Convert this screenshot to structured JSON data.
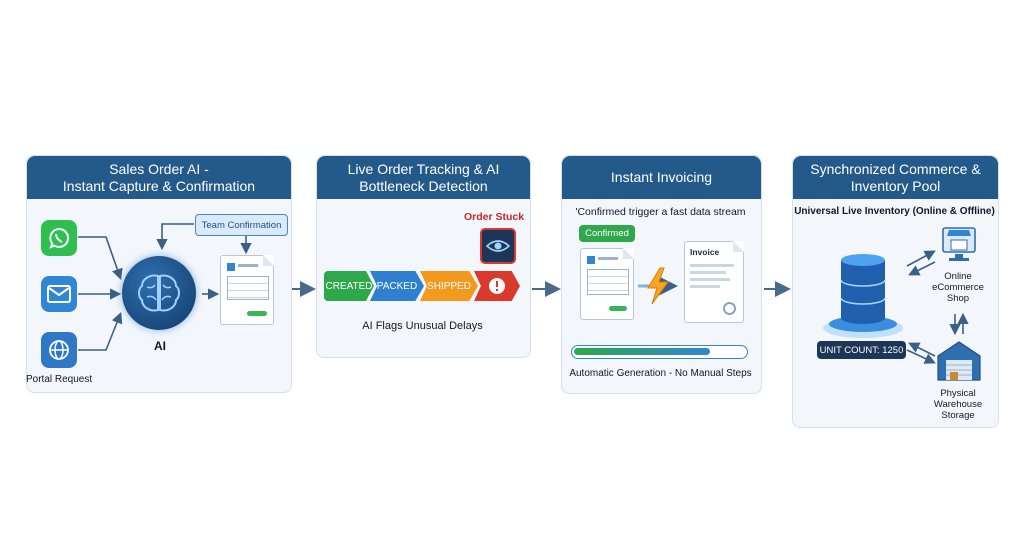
{
  "panels": [
    {
      "title_line1": "Sales Order AI -",
      "title_line2": "Instant Capture & Confirmation"
    },
    {
      "title_line1": "Live Order Tracking & AI",
      "title_line2": "Bottleneck Detection"
    },
    {
      "title_line1": "Instant Invoicing"
    },
    {
      "title_line1": "Synchronized Commerce &",
      "title_line2": "Inventory Pool"
    }
  ],
  "capture": {
    "team_confirmation": "Team Confirmation",
    "ai_label": "AI",
    "portal_label": "Portal Request",
    "channels": [
      "whatsapp-icon",
      "email-icon",
      "globe-icon"
    ]
  },
  "tracking": {
    "order_stuck": "Order Stuck",
    "stages": [
      "CREATED",
      "PACKED",
      "SHIPPED"
    ],
    "flag_text": "AI Flags Unusual Delays"
  },
  "invoicing": {
    "trigger_text": "'Confirmed trigger a fast data stream",
    "confirmed_label": "Confirmed",
    "invoice_label": "Invoice",
    "auto_text": "Automatic Generation - No Manual Steps",
    "progress": 0.8
  },
  "inventory": {
    "subtitle": "Universal Live Inventory (Online & Offline)",
    "unit_count": "UNIT COUNT: 1250",
    "shop_line1": "Online",
    "shop_line2": "eCommerce",
    "shop_line3": "Shop",
    "warehouse_line1": "Physical",
    "warehouse_line2": "Warehouse",
    "warehouse_line3": "Storage"
  },
  "colors": {
    "header": "#235a89",
    "created": "#2ea84a",
    "packed": "#2f7fd1",
    "shipped": "#f39a1e",
    "alert": "#d93a2b",
    "stuck_text": "#c62828"
  }
}
